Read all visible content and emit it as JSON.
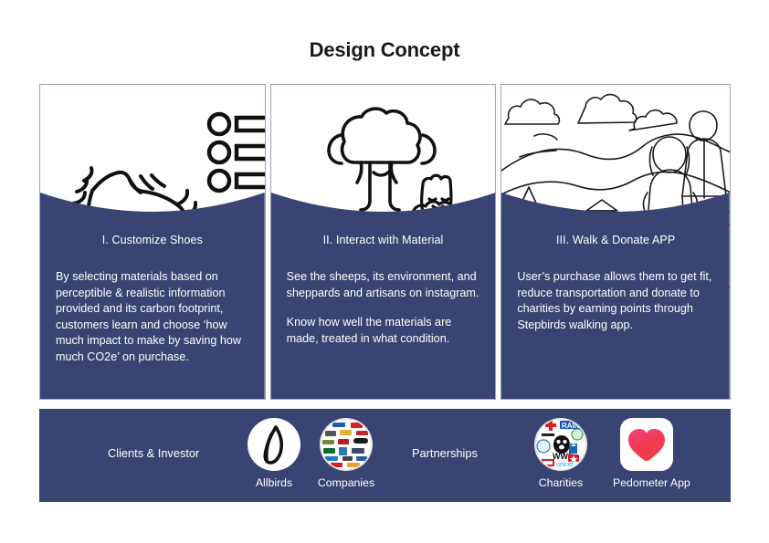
{
  "page": {
    "title": "Design Concept",
    "navy": "#3a4472",
    "background": "#ffffff"
  },
  "cards": [
    {
      "icon_names": [
        "running-shoe-icon",
        "checklist-icon"
      ],
      "title": "I. Customize Shoes",
      "paragraphs": [
        "By selecting materials based on perceptible & realistic information provided and its carbon footprint, customers learn and choose ‘how much impact to make by saving how much CO2e’ on purchase."
      ]
    },
    {
      "icon_names": [
        "strong-tree-icon",
        "instagram-wordmark",
        "sheep-on-cloud-icon"
      ],
      "title": "II. Interact with Material",
      "paragraphs": [
        "See the sheeps, its environment, and sheppards and artisans on instagram.",
        "Know how well the materials are made, treated in what condition."
      ]
    },
    {
      "icon_names": [
        "landscape-hikers-illustration"
      ],
      "title": "III. Walk & Donate APP",
      "paragraphs": [
        "User’s purchase allows them to get fit, reduce transportation and donate to charities by earning points through Stepbirds walking app."
      ]
    }
  ],
  "partner_bar": {
    "clients_label": "Clients & Investor",
    "partnerships_label": "Partnerships",
    "logos": [
      {
        "caption": "Allbirds",
        "icon_name": "allbirds-logo"
      },
      {
        "caption": "Companies",
        "icon_name": "companies-collage-logo"
      },
      {
        "caption": "Charities",
        "icon_name": "charities-collage-logo"
      },
      {
        "caption": "Pedometer App",
        "icon_name": "pedometer-heart-icon"
      }
    ]
  }
}
